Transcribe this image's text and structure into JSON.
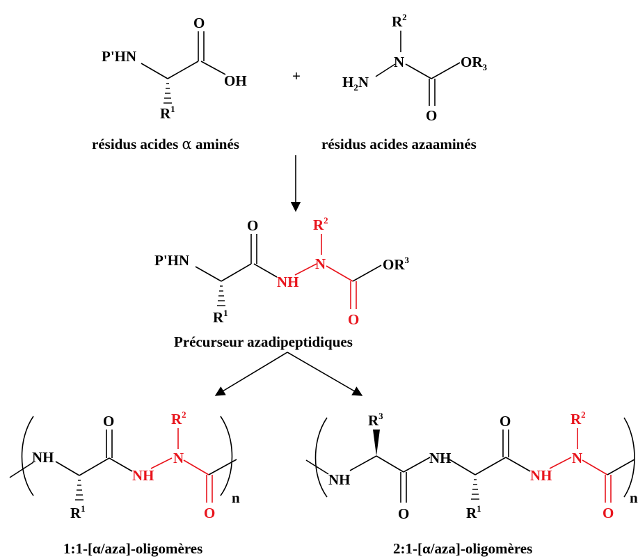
{
  "colors": {
    "ink": "#000000",
    "highlight": "#e8141c",
    "background": "#ffffff"
  },
  "reactant_acid": {
    "amine": "P'HN",
    "carbonyl_o": "O",
    "hydroxyl": "OH",
    "side_chain": "R",
    "side_chain_sup": "1"
  },
  "plus": "+",
  "reactant_aza": {
    "r2": "R",
    "r2_sup": "2",
    "n": "N",
    "h2n_h": "H",
    "h2n_sub": "2",
    "h2n_n": "N",
    "ester": "OR",
    "ester_sub": "3",
    "carbonyl_o": "O"
  },
  "captions": {
    "acid_left": "résidus acides ",
    "acid_alpha": "α",
    "acid_right": " aminés",
    "aza": "résidus acides azaaminés",
    "precursor": "Précurseur azadipeptidiques",
    "oligo_1_1": "1:1-[α/aza]-oligomères",
    "oligo_2_1": "2:1-[α/aza]-oligomères"
  },
  "precursor": {
    "amine": "P'HN",
    "carbonyl_o": "O",
    "nh": "NH",
    "r2": "R",
    "r2_sup": "2",
    "n": "N",
    "ester": "OR",
    "ester_sup": "3",
    "ester_o": "O",
    "r1": "R",
    "r1_sup": "1"
  },
  "oligo_1_1": {
    "nh_left": "NH",
    "carbonyl_o": "O",
    "nh_red": "NH",
    "r2": "R",
    "r2_sup": "2",
    "n": "N",
    "o_red": "O",
    "r1": "R",
    "r1_sup": "1",
    "repeat": "n"
  },
  "oligo_2_1": {
    "nh_left": "NH",
    "r3": "R",
    "r3_sup": "3",
    "o_bottom": "O",
    "nh_mid": "NH",
    "r1": "R",
    "r1_sup": "1",
    "carbonyl_o": "O",
    "nh_red": "NH",
    "r2": "R",
    "r2_sup": "2",
    "n": "N",
    "o_red": "O",
    "repeat": "n"
  }
}
